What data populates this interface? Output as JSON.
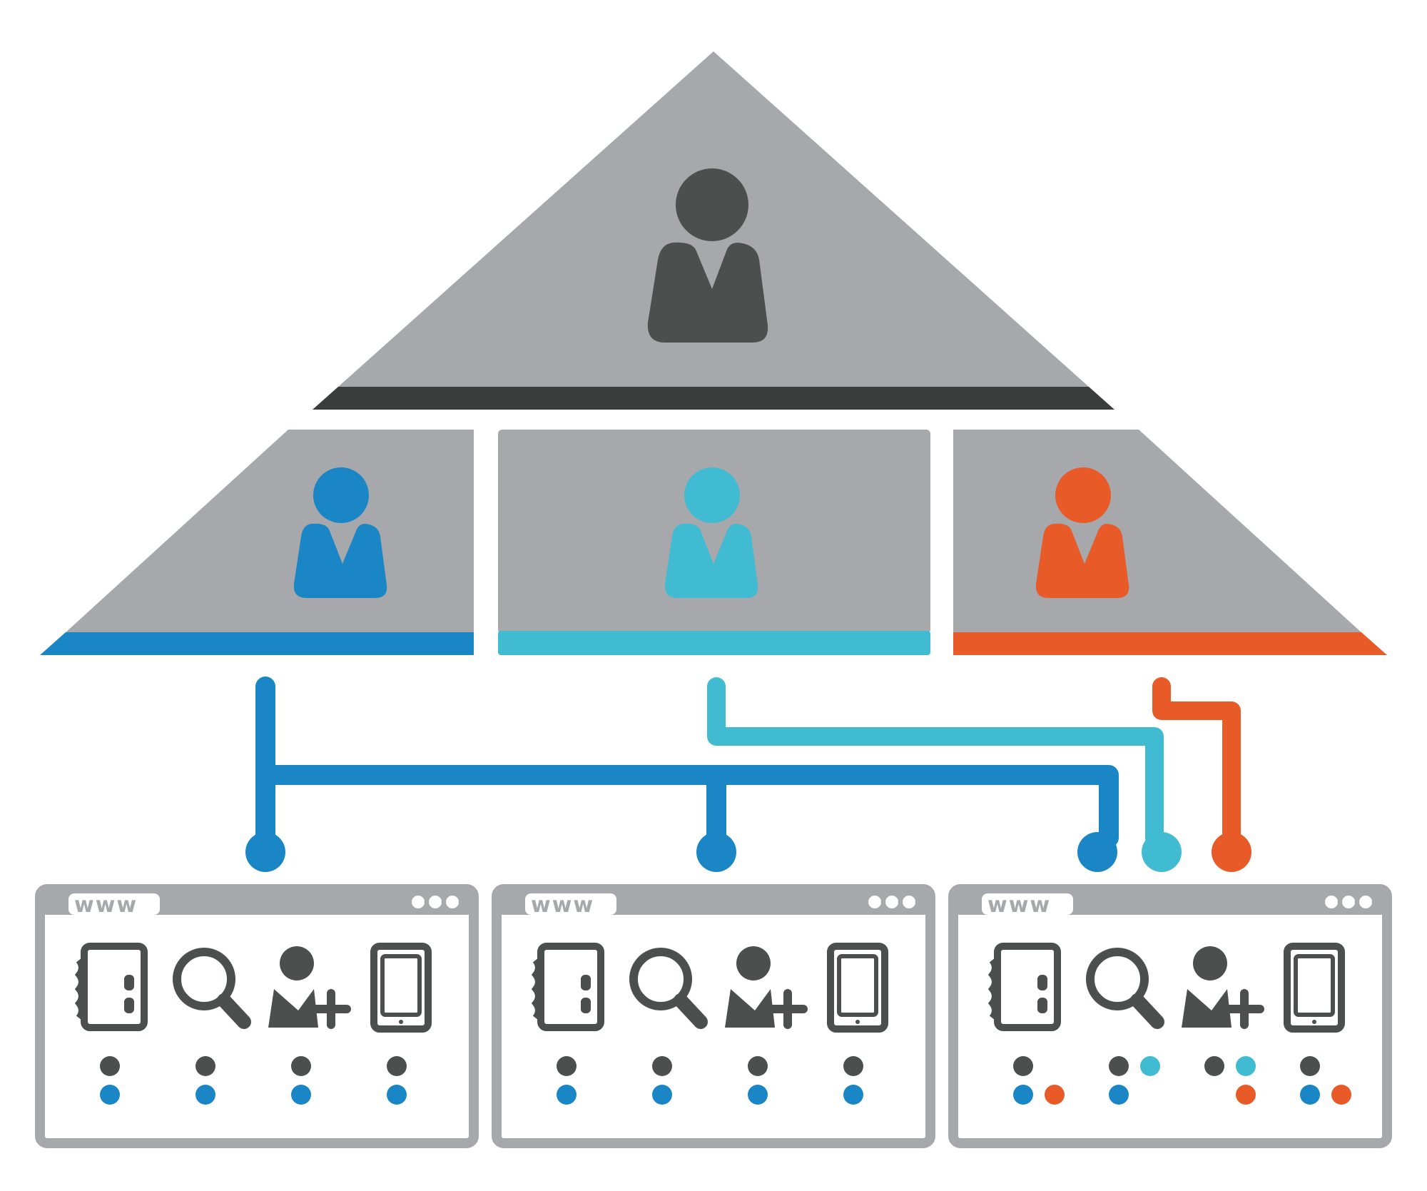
{
  "colors": {
    "background": "#ffffff",
    "gray_panel": "#a6a8ab",
    "dark_bar": "#393d3b",
    "person_dark": "#4b4f4e",
    "blue": "#1a86c5",
    "cyan": "#41bbd1",
    "orange": "#e85b28"
  },
  "diagram": {
    "top_manager": {
      "color_key": "person_dark",
      "icon": "person-icon"
    },
    "teams": [
      {
        "name": "team-blue",
        "color_key": "blue",
        "icon": "person-icon"
      },
      {
        "name": "team-cyan",
        "color_key": "cyan",
        "icon": "person-icon"
      },
      {
        "name": "team-orange",
        "color_key": "orange",
        "icon": "person-icon"
      }
    ],
    "connectors": [
      {
        "from": "team-blue",
        "to": [
          "window-1",
          "window-2",
          "window-3"
        ],
        "color_key": "blue"
      },
      {
        "from": "team-cyan",
        "to": [
          "window-3"
        ],
        "color_key": "cyan"
      },
      {
        "from": "team-orange",
        "to": [
          "window-3"
        ],
        "color_key": "orange"
      }
    ],
    "windows": [
      {
        "name": "window-1",
        "url_label": "www",
        "apps": [
          {
            "icon": "address-book-icon",
            "dots": [
              "person_dark",
              "blue"
            ]
          },
          {
            "icon": "magnifier-icon",
            "dots": [
              "person_dark",
              "blue"
            ]
          },
          {
            "icon": "add-user-icon",
            "dots": [
              "person_dark",
              "blue"
            ]
          },
          {
            "icon": "tablet-icon",
            "dots": [
              "person_dark",
              "blue"
            ]
          }
        ]
      },
      {
        "name": "window-2",
        "url_label": "www",
        "apps": [
          {
            "icon": "address-book-icon",
            "dots": [
              "person_dark",
              "blue"
            ]
          },
          {
            "icon": "magnifier-icon",
            "dots": [
              "person_dark",
              "blue"
            ]
          },
          {
            "icon": "add-user-icon",
            "dots": [
              "person_dark",
              "blue"
            ]
          },
          {
            "icon": "tablet-icon",
            "dots": [
              "person_dark",
              "blue"
            ]
          }
        ]
      },
      {
        "name": "window-3",
        "url_label": "www",
        "apps": [
          {
            "icon": "address-book-icon",
            "dots": [
              "person_dark",
              "blue",
              "orange"
            ]
          },
          {
            "icon": "magnifier-icon",
            "dots": [
              "person_dark",
              "cyan",
              "blue"
            ]
          },
          {
            "icon": "add-user-icon",
            "dots": [
              "person_dark",
              "cyan",
              "orange"
            ]
          },
          {
            "icon": "tablet-icon",
            "dots": [
              "person_dark",
              "blue",
              "orange"
            ]
          }
        ]
      }
    ]
  }
}
